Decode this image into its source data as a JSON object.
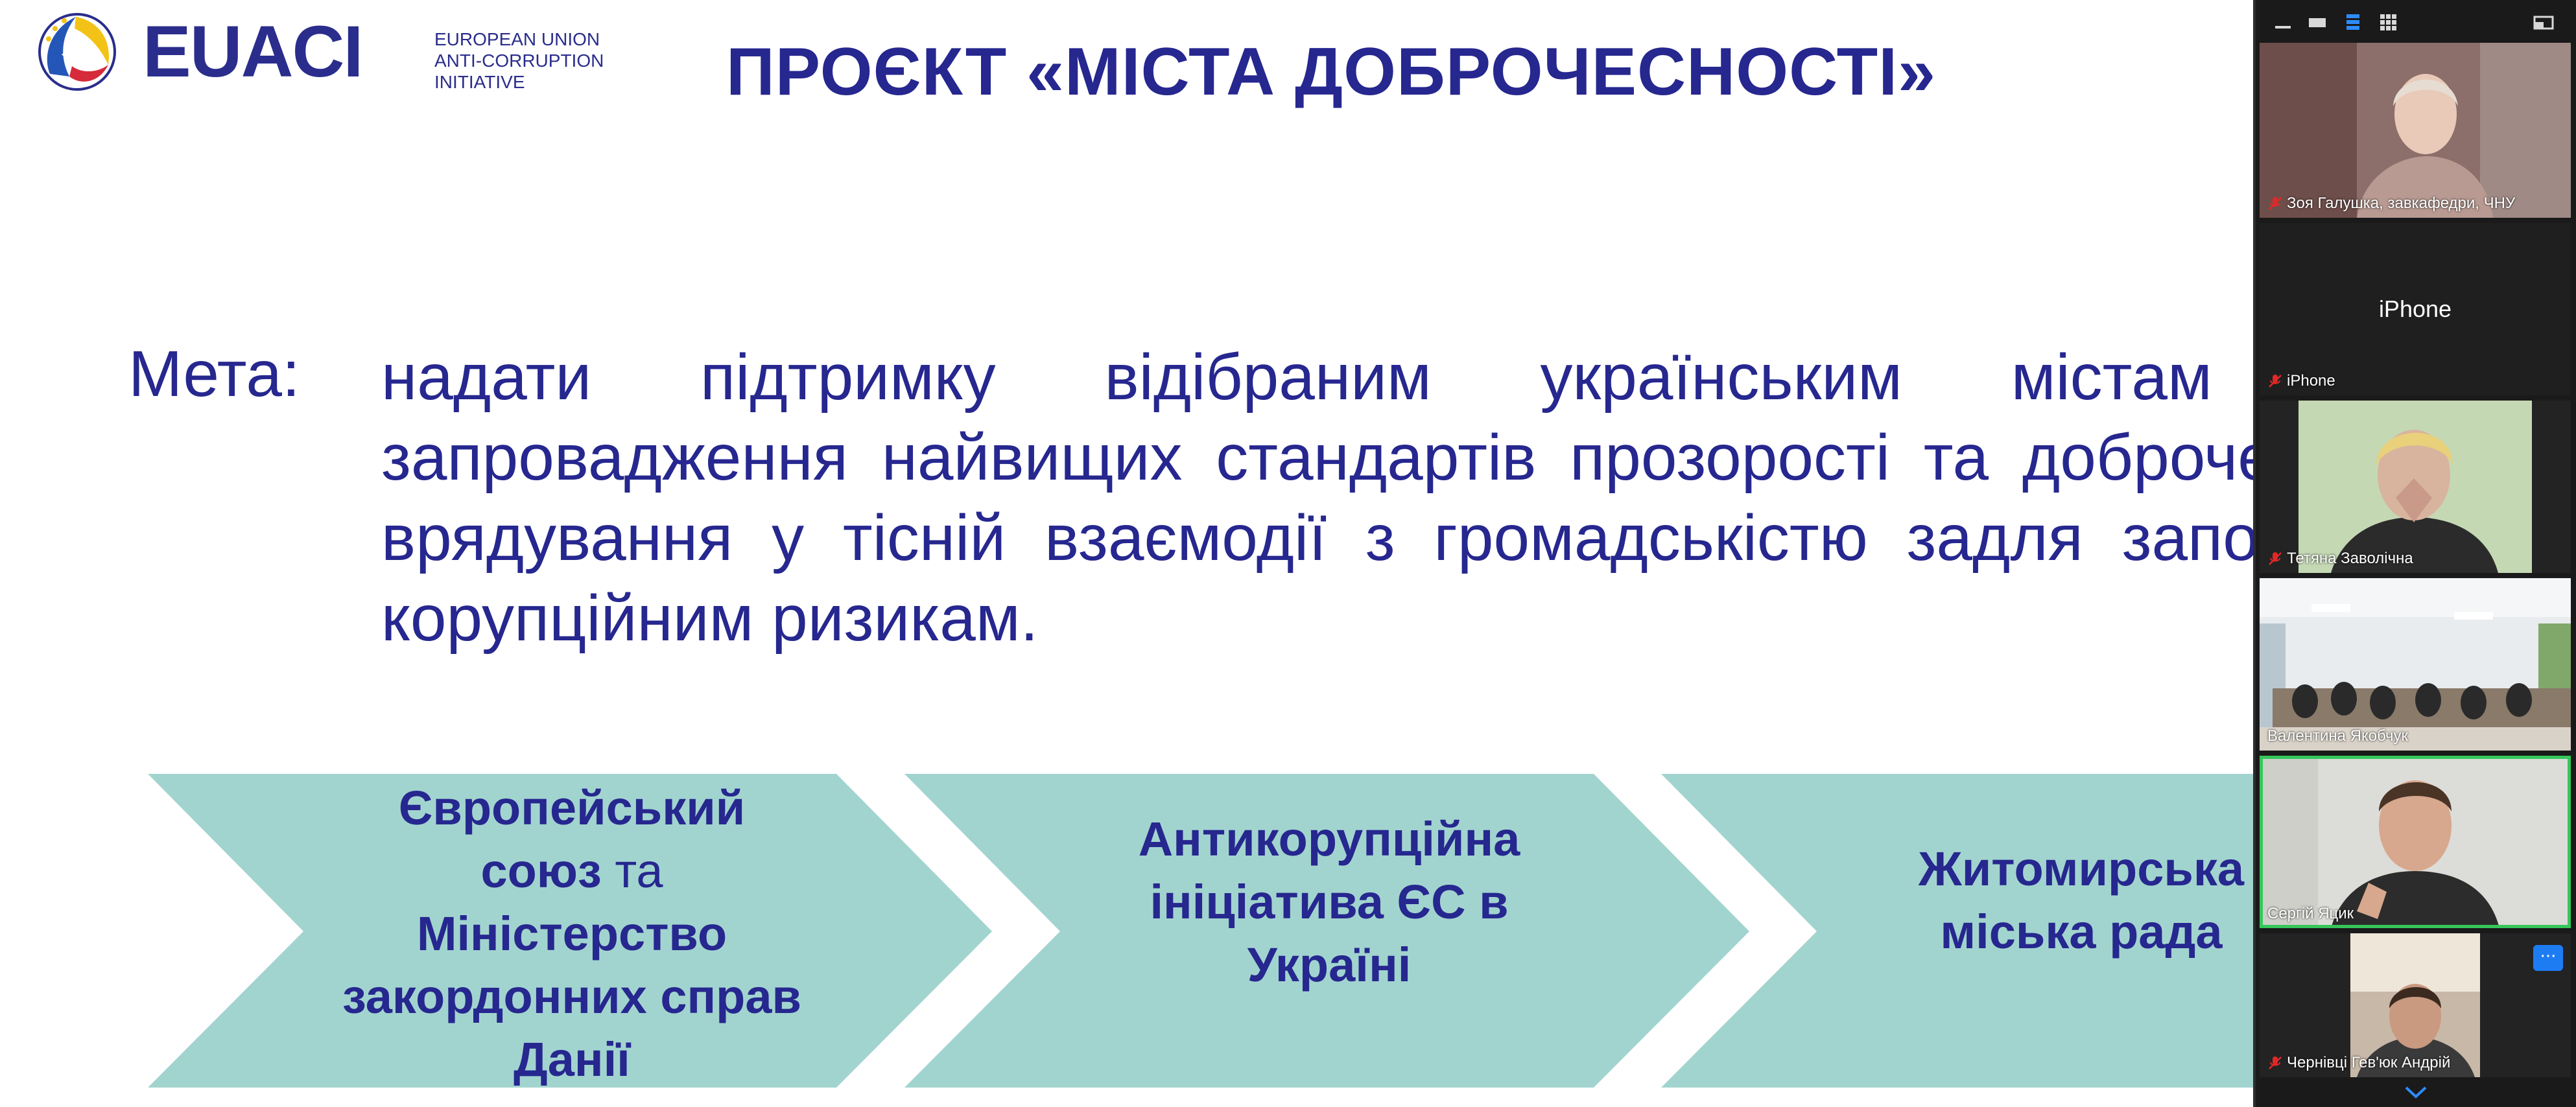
{
  "slide": {
    "logo": {
      "name": "EUACI",
      "subtitle_lines": [
        "EUROPEAN UNION",
        "ANTI-CORRUPTION",
        "INITIATIVE"
      ]
    },
    "title": "ПРОЄКТ «МІСТА ДОБРОЧЕСНОСТІ»",
    "goal_label": "Мета:",
    "goal_lines": [
      "надати підтримку відібраним українським містам",
      "запровадження найвищих стандартів прозорості та доброче",
      "врядування у тісній взаємодії з громадськістю задля запоб",
      "корупційним ризикам."
    ],
    "chevrons": [
      {
        "lines": [
          {
            "text": "Європейський",
            "bold": true
          },
          {
            "bold_part": "союз",
            "light_part": " та"
          },
          {
            "text": "Міністерство",
            "bold": true
          },
          {
            "text": "закордонних справ",
            "bold": true
          },
          {
            "text": "Данії",
            "bold": true
          }
        ]
      },
      {
        "lines": [
          {
            "text": "Антикорупційна",
            "bold": true
          },
          {
            "text": "ініціатива ЄС в",
            "bold": true
          },
          {
            "text": "Україні",
            "bold": true
          }
        ]
      },
      {
        "lines": [
          {
            "text": "Житомирська",
            "bold": true
          },
          {
            "text": "міська рада",
            "bold": true
          }
        ]
      }
    ],
    "colors": {
      "title": "#26278f",
      "chevron_fill": "#a2d4cf"
    }
  },
  "panel": {
    "toolbar_icons": [
      "minimize-icon",
      "speaker-view-icon",
      "strip-view-icon",
      "gallery-view-icon",
      "exit-fullscreen-icon"
    ],
    "participants": [
      {
        "name": "Зоя Галушка, завкафедри, ЧНУ",
        "muted": true,
        "video": true,
        "active": false
      },
      {
        "name": "iPhone",
        "display_name": "iPhone",
        "muted": true,
        "video": false,
        "active": false
      },
      {
        "name": "Тетяна Заволічна",
        "muted": true,
        "video": true,
        "active": false
      },
      {
        "name": "Валентина Якобчук",
        "muted": false,
        "video": true,
        "active": false
      },
      {
        "name": "Сергій Яцик",
        "muted": false,
        "video": true,
        "active": true
      },
      {
        "name": "Чернівці Гев'юк Андрій",
        "muted": true,
        "video": true,
        "active": false
      }
    ],
    "more_button_label": "···",
    "colors": {
      "active_speaker": "#35c75a",
      "more_button": "#1e7cf2",
      "mute": "#e02828"
    }
  }
}
